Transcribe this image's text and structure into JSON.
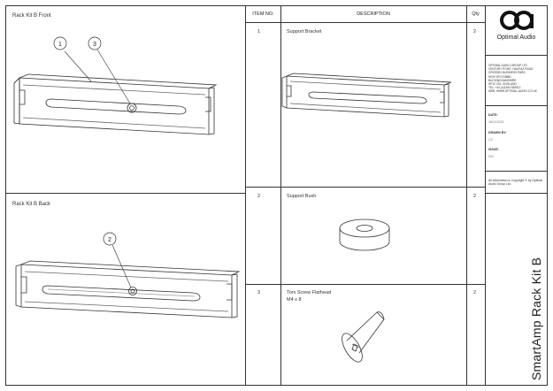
{
  "views": {
    "front_title": "Rack Kit B Front",
    "back_title": "Rack Kit B Back",
    "front_callouts": [
      "1",
      "3"
    ],
    "back_callouts": [
      "2"
    ]
  },
  "table": {
    "headers": {
      "item": "ITEM NO.",
      "description": "DESCRIPTION",
      "qty": "Qty"
    },
    "rows": [
      {
        "item": "1",
        "description": "Support Bracket",
        "description_2": "",
        "qty": "2"
      },
      {
        "item": "2",
        "description": "Support Bush",
        "description_2": "",
        "qty": "2"
      },
      {
        "item": "3",
        "description": "Torx Screw Flathead",
        "description_2": "M4 x 8",
        "qty": "2"
      }
    ]
  },
  "title_block": {
    "logo": "oa-logo-icon",
    "brand": "Optimal Audio",
    "address": [
      "OPTIMAL AUDIO GROUP LTD",
      "CENTURY POINT, HALIFAX ROAD",
      "CRESSEX BUSINESS PARK,",
      "HIGH WYCOMBE,",
      "BUCKINGHAMSHIRE",
      "HP12 3SL, ENGLAND",
      "TEL: +44 (0)1494 536512",
      "WEB: www.optimal-audio.co.uk"
    ],
    "date_label": "DATE:",
    "date_value": "18/11/2021",
    "drawn_label": "DRAWN BY:",
    "drawn_value": "CC",
    "issue_label": "ISSUE:",
    "issue_value": "001",
    "copyright": "All information is Copyright © by Optimal Audio Group Ltd.",
    "drawing_title": "SmartAmp Rack Kit B"
  }
}
